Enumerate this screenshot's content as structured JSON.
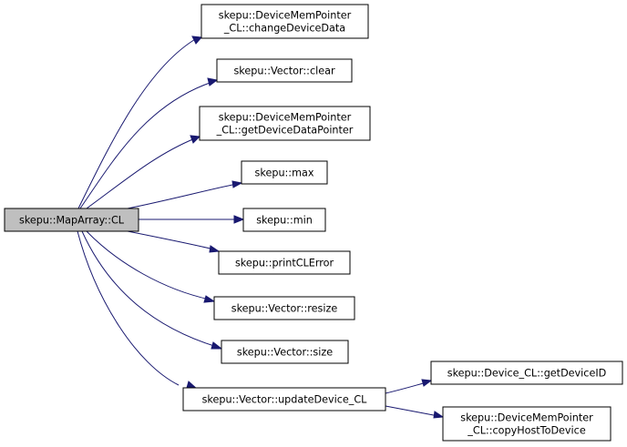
{
  "graph": {
    "colors": {
      "root_fill": "#bfbfbf",
      "node_fill": "#ffffff",
      "node_stroke": "#000000",
      "edge": "#191970"
    },
    "nodes": {
      "root": {
        "lines": [
          "skepu::MapArray::CL"
        ]
      },
      "change_device_data": {
        "lines": [
          "skepu::DeviceMemPointer",
          "_CL::changeDeviceData"
        ]
      },
      "vector_clear": {
        "lines": [
          "skepu::Vector::clear"
        ]
      },
      "get_device_data_pointer": {
        "lines": [
          "skepu::DeviceMemPointer",
          "_CL::getDeviceDataPointer"
        ]
      },
      "max": {
        "lines": [
          "skepu::max"
        ]
      },
      "min": {
        "lines": [
          "skepu::min"
        ]
      },
      "print_cl_error": {
        "lines": [
          "skepu::printCLError"
        ]
      },
      "vector_resize": {
        "lines": [
          "skepu::Vector::resize"
        ]
      },
      "vector_size": {
        "lines": [
          "skepu::Vector::size"
        ]
      },
      "vector_update_device_cl": {
        "lines": [
          "skepu::Vector::updateDevice_CL"
        ]
      },
      "device_cl_get_device_id": {
        "lines": [
          "skepu::Device_CL::getDeviceID"
        ]
      },
      "copy_host_to_device": {
        "lines": [
          "skepu::DeviceMemPointer",
          "_CL::copyHostToDevice"
        ]
      }
    }
  }
}
